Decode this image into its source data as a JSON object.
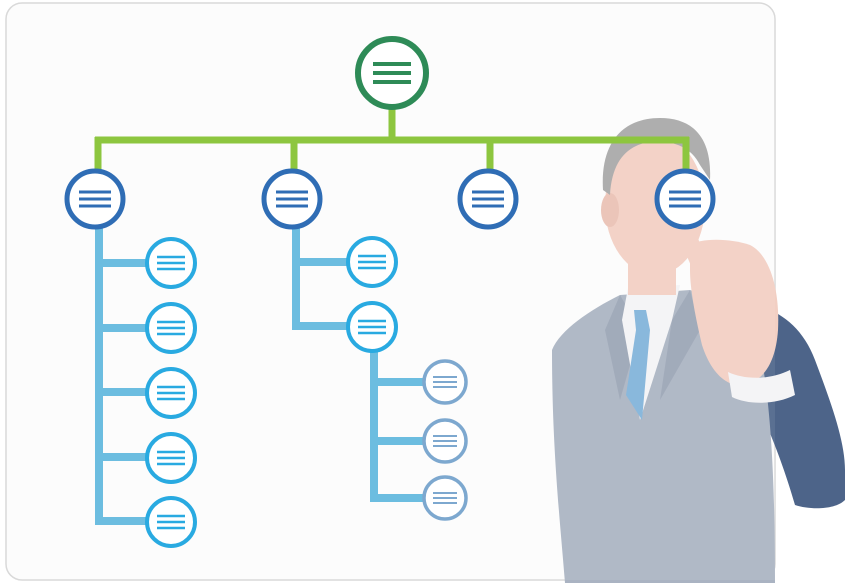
{
  "diagram": {
    "type": "org-chart",
    "colors": {
      "panel_bg": "#fcfcfc",
      "panel_border": "#d9d9d9",
      "root_node": "#2e8b57",
      "top_connector": "#8dc63f",
      "level1_node": "#2f6db5",
      "level2_node": "#29aae1",
      "branch_connector": "#6cbde0",
      "level3_node": "#7da8cf",
      "person_suit": "#aab3c2",
      "person_skin": "#f2cfc3",
      "person_hair": "#a8a8a8",
      "person_tie": "#7fb2da",
      "person_sleeve": "#4d6489"
    },
    "root": {
      "id": "root",
      "icon": "list-icon",
      "children": [
        "a",
        "b",
        "c",
        "d"
      ]
    },
    "level1": [
      {
        "id": "a",
        "icon": "list-icon",
        "children": 5
      },
      {
        "id": "b",
        "icon": "list-icon",
        "children": 2,
        "expanded_child": 2,
        "grandchildren": 3
      },
      {
        "id": "c",
        "icon": "list-icon",
        "children": 0
      },
      {
        "id": "d",
        "icon": "list-icon",
        "children": 0
      }
    ],
    "illustration": {
      "subject": "businessman-pointing",
      "icon": "businessman-icon"
    }
  }
}
